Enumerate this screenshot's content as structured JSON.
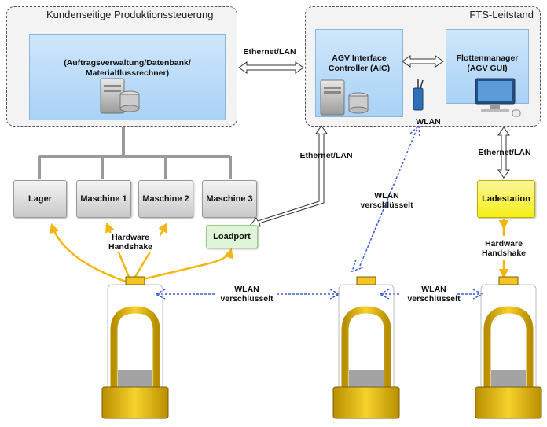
{
  "left_box": {
    "title": "Kundenseitige Produktionssteuerung",
    "panel_label": "(Auftragsverwaltung/Datenbank/\nMaterialflussrechner)"
  },
  "right_box": {
    "title": "FTS-Leitstand",
    "aic_label": "AGV Interface\nController (AIC)",
    "fleet_label": "Flottenmanager\n(AGV GUI)",
    "wlan_label": "WLAN"
  },
  "connections": {
    "top_ethernet": "Ethernet/LAN",
    "mid_ethernet": "Ethernet/LAN",
    "right_ethernet": "Ethernet/LAN",
    "wlan_encrypted_center": "WLAN\nverschlüsselt",
    "wlan_encrypted_left": "WLAN\nverschlüsselt",
    "wlan_encrypted_right": "WLAN\nverschlüsselt",
    "hardware_left": "Hardware\nHandshake",
    "hardware_right": "Hardware\nHandshake"
  },
  "stations": {
    "lager": "Lager",
    "maschine1": "Maschine 1",
    "maschine2": "Maschine 2",
    "maschine3": "Maschine 3",
    "loadport": "Loadport",
    "ladestation": "Ladestation"
  },
  "colors": {
    "yellow_arrow": "#f2b712",
    "wlan_blue": "#3b5bd6",
    "loadport_green": "#dff5d8",
    "ladestation_yellow": "#f4ef18"
  }
}
